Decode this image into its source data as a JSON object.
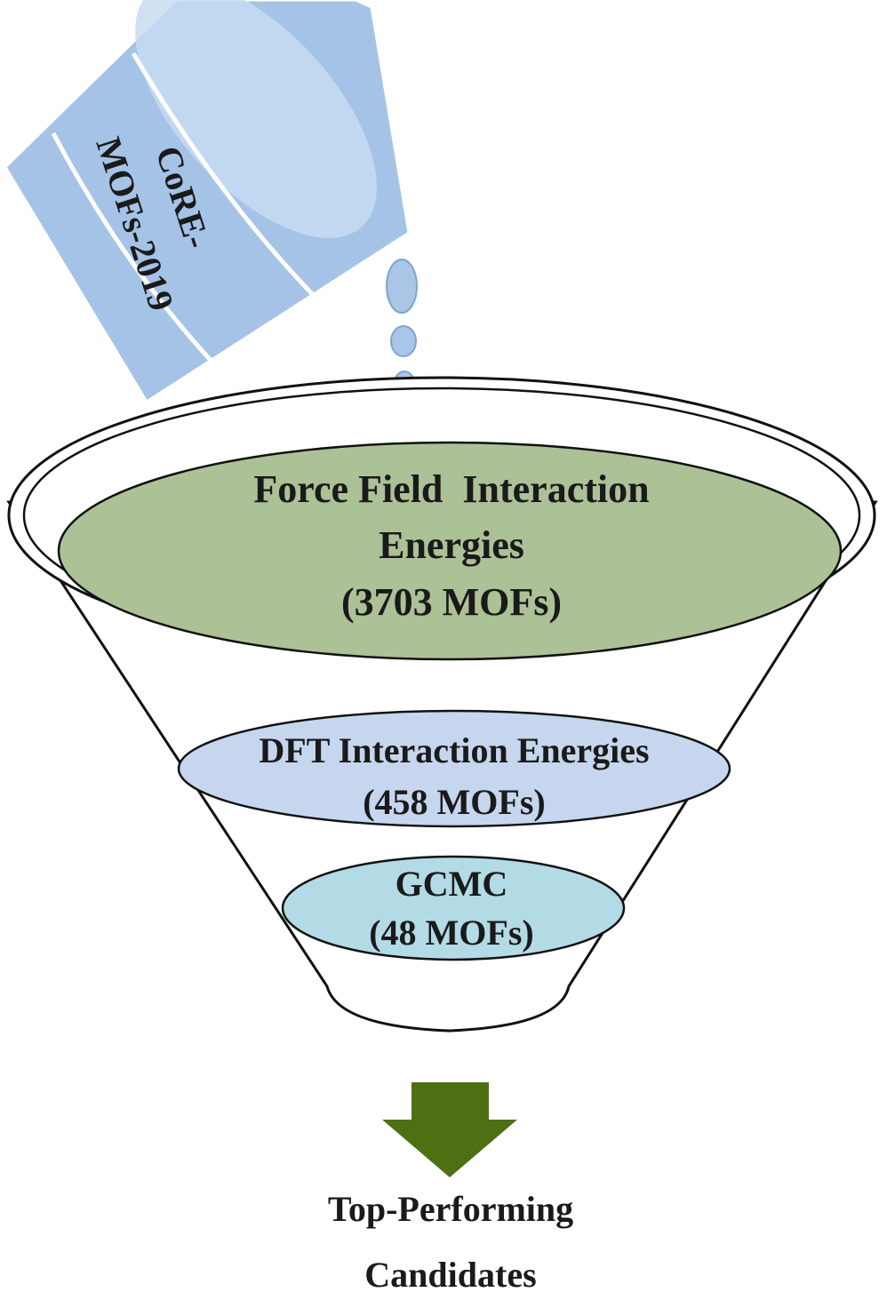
{
  "source": {
    "line1": "CoRE-",
    "line2": "MOFs-2019"
  },
  "stages": [
    {
      "title_line1": "Force Field  Interaction",
      "title_line2": "Energies",
      "count": "(3703 MOFs)"
    },
    {
      "title": "DFT Interaction Energies",
      "count": "(458 MOFs)"
    },
    {
      "title": "GCMC",
      "count": "(48 MOFs)"
    }
  ],
  "output": {
    "line1": "Top-Performing",
    "line2": "Candidates"
  },
  "colors": {
    "container_fill": "#a5c3e6",
    "container_light": "#c7dcf1",
    "drop_fill": "#a9c6e6",
    "stage1_fill": "#adc196",
    "stage2_fill": "#c6d6ef",
    "stage3_fill": "#b2dbe6",
    "arrow_fill": "#4e6f12",
    "outline": "#111111"
  }
}
